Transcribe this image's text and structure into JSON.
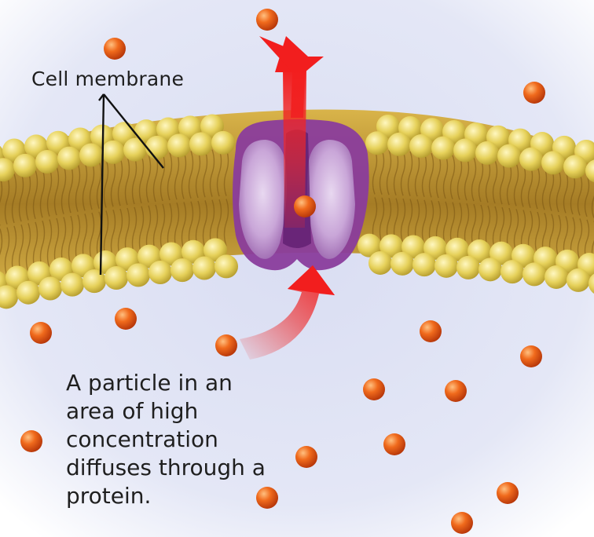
{
  "labels": {
    "membrane": "Cell membrane",
    "caption_lines": [
      "A particle in an",
      "area of high",
      "concentration",
      "diffuses through a",
      "protein."
    ]
  },
  "colors": {
    "background": "#dfe3f4",
    "phospholipid_head": "#e8d45a",
    "phospholipid_tail": "#b8912f",
    "protein": "#8b4a9c",
    "particle": "#e8561a",
    "arrow": "#ee2a2a"
  },
  "icons": [
    "phospholipid-bilayer",
    "channel-protein",
    "particle",
    "arrow"
  ]
}
